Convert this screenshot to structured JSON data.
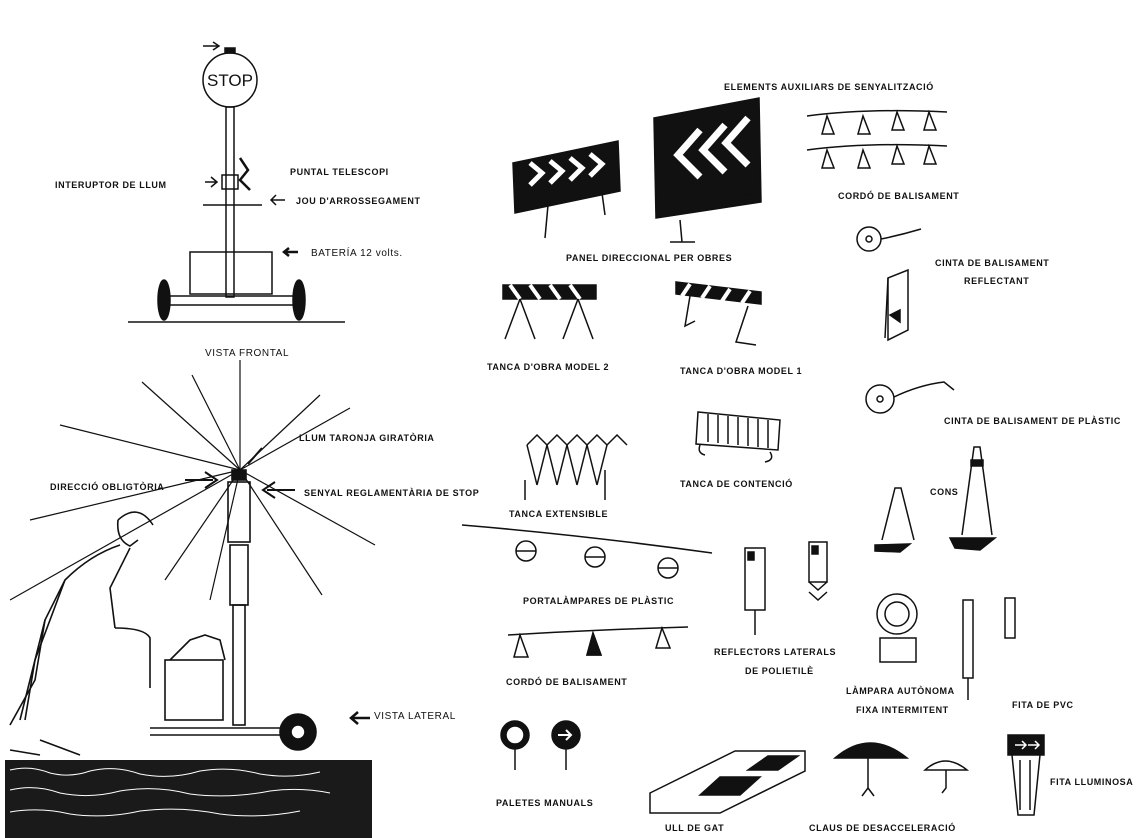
{
  "stop_sign_text": "STOP",
  "labels": {
    "interruptor": "INTERUPTOR DE LLUM",
    "puntal": "PUNTAL TELESCOPI",
    "jou": "JOU D'ARROSSEGAMENT",
    "bateria": "BATERÍA 12 volts.",
    "vista_frontal": "VISTA FRONTAL",
    "llum_taronja": "LLUM TARONJA GIRATÒRIA",
    "direccio": "DIRECCIÓ OBLIGTÒRIA",
    "senyal_stop": "SENYAL REGLAMENTÀRIA DE STOP",
    "vista_lateral": "VISTA LATERAL",
    "elements_aux": "ELEMENTS AUXILIARS DE SENYALITZACIÓ",
    "panel": "PANEL DIRECCIONAL PER OBRES",
    "cordo1": "CORDÓ DE BALISAMENT",
    "cinta_refl_1": "CINTA DE BALISAMENT",
    "cinta_refl_2": "REFLECTANT",
    "tanca2": "TANCA D'OBRA MODEL 2",
    "tanca1": "TANCA D'OBRA MODEL 1",
    "cinta_plastic": "CINTA DE BALISAMENT DE PLÀSTIC",
    "tanca_ext": "TANCA EXTENSIBLE",
    "tanca_cont": "TANCA DE CONTENCIÓ",
    "cons": "CONS",
    "portal": "PORTALÀMPARES DE PLÀSTIC",
    "cordo2": "CORDÓ DE BALISAMENT",
    "reflectors_1": "REFLECTORS LATERALS",
    "reflectors_2": "DE POLIETILÈ",
    "lampara_1": "LÀMPARA AUTÒNOMA",
    "lampara_2": "FIXA INTERMITENT",
    "fita_pvc": "FITA DE PVC",
    "paletes": "PALETES MANUALS",
    "ull": "ULL DE GAT",
    "claus": "CLAUS DE DESACCELERACIÓ",
    "fita_llum": "FITA LLUMINOSA"
  }
}
